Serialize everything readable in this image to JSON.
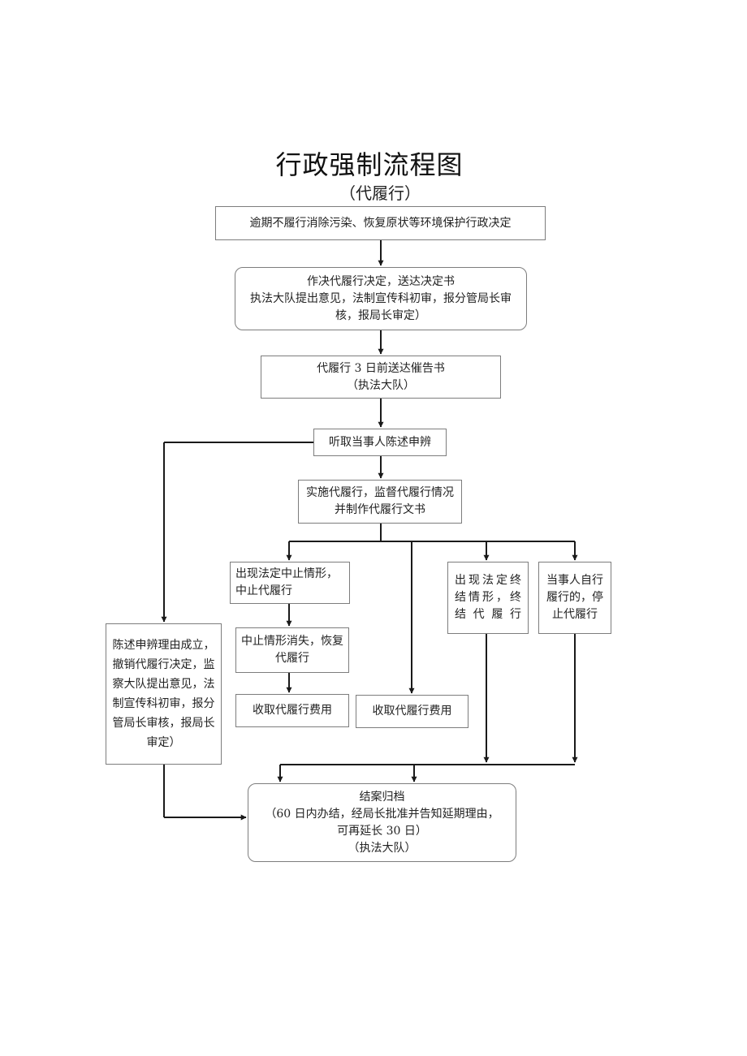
{
  "title": "行政强制流程图",
  "subtitle": "（代履行）",
  "nodes": {
    "n1": "逾期不履行消除污染、恢复原状等环境保护行政决定",
    "n2": "作决代履行决定，送达决定书\n执法大队提出意见，法制宣传科初审，报分管局长审核，报局长审定）",
    "n3": "代履行 3 日前送达催告书\n（执法大队）",
    "n4": "听取当事人陈述申辨",
    "n5": "实施代履行，监督代履行情况并制作代履行文书",
    "n6": "出现法定中止情形，中止代履行",
    "n7": "中止情形消失，恢复代履行",
    "n8": "收取代履行费用",
    "n9": "收取代履行费用",
    "n10": "出现法定终结情形，终结代履行",
    "n11": "当事人自行履行的，停止代履行",
    "n12": "陈述申辨理由成立，撤销代履行决定，监察大队提出意见，法制宣传科初审，报分管局长审核，报局长审定）",
    "n13": "结案归档\n（60 日内办结，经局长批准并告知延期理由，\n可再延长 30 日）\n（执法大队）"
  }
}
